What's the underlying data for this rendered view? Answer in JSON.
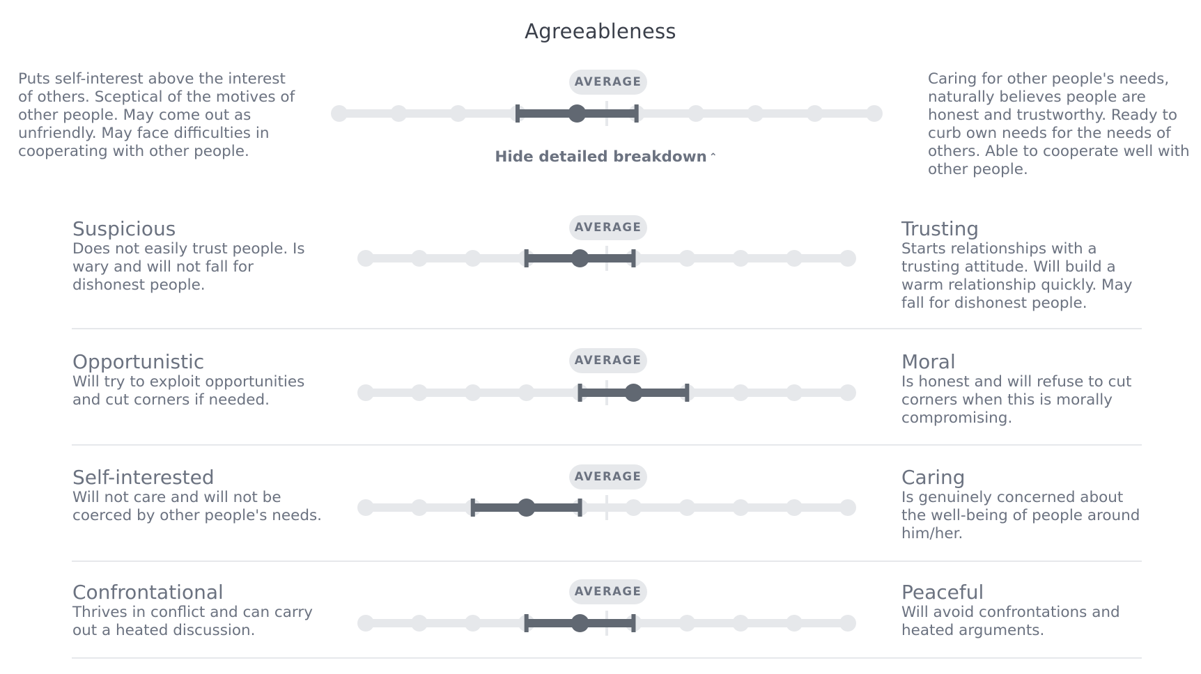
{
  "title": "Agreeableness",
  "badge_label": "AVERAGE",
  "toggle_label": "Hide detailed breakdown",
  "summary": {
    "low_text": "Puts self-interest above the interest of others. Sceptical of the motives of other people. May come out as unfriendly. May face difficulties in cooperating with other people.",
    "high_text": "Caring for other people's needs, naturally believes people are honest and trustworthy. Ready to curb own needs for the needs of others. Able to cooperate well with other people.",
    "scale": {
      "steps": 10,
      "value": 5,
      "range": [
        4,
        6
      ]
    }
  },
  "facets": [
    {
      "low_label": "Suspicious",
      "low_text": "Does not easily trust people. Is wary and will not fall for dishonest people.",
      "high_label": "Trusting",
      "high_text": "Starts relationships with a trusting attitude. Will build a warm relationship quickly. May fall for dishonest people.",
      "scale": {
        "steps": 10,
        "value": 5,
        "range": [
          4,
          6
        ]
      }
    },
    {
      "low_label": "Opportunistic",
      "low_text": "Will try to exploit opportunities and cut corners if needed.",
      "high_label": "Moral",
      "high_text": "Is honest and will refuse to cut corners when this is morally compromising.",
      "scale": {
        "steps": 10,
        "value": 6,
        "range": [
          5,
          7
        ]
      }
    },
    {
      "low_label": "Self-interested",
      "low_text": "Will not care and will not be coerced by other people's needs.",
      "high_label": "Caring",
      "high_text": "Is genuinely concerned about the well-being of people around him/her.",
      "scale": {
        "steps": 10,
        "value": 4,
        "range": [
          3,
          5
        ]
      }
    },
    {
      "low_label": "Confrontational",
      "low_text": "Thrives in conflict and can carry out a heated discussion.",
      "high_label": "Peaceful",
      "high_text": "Will avoid confrontations and heated arguments.",
      "scale": {
        "steps": 10,
        "value": 5,
        "range": [
          4,
          6
        ]
      }
    }
  ],
  "colors": {
    "track": "#e6e8eb",
    "marker": "#616872",
    "midline": "#e6e8eb"
  }
}
